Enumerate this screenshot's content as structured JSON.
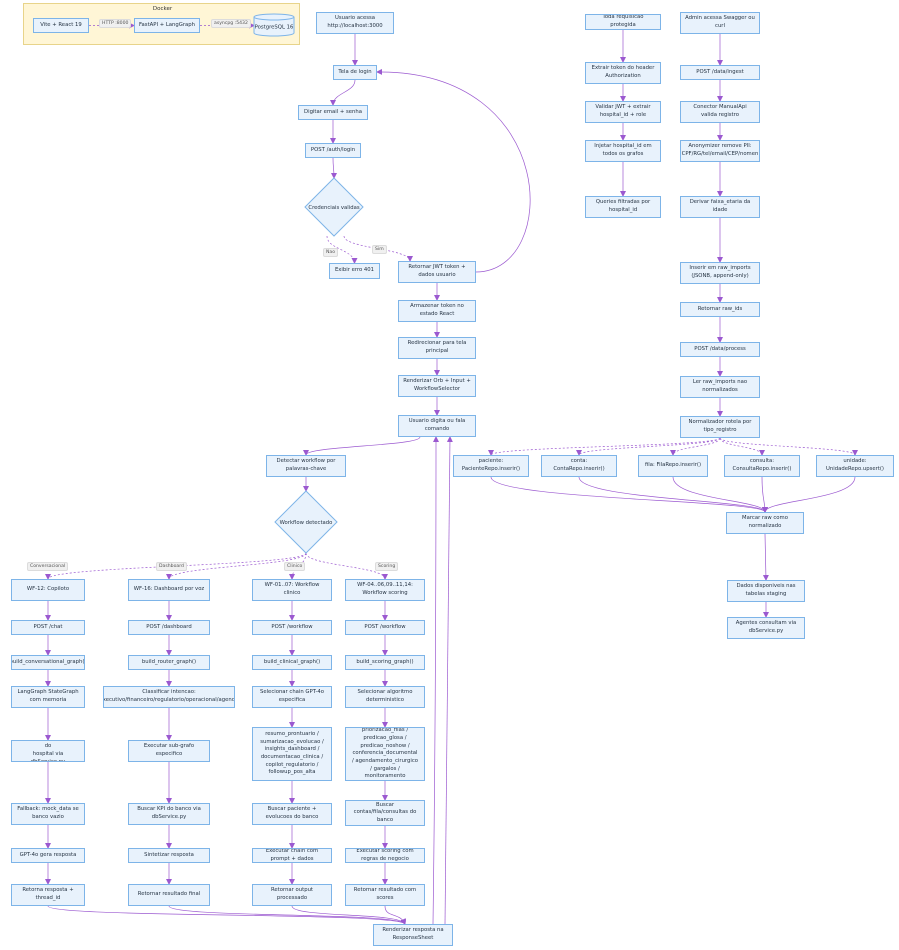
{
  "docker": {
    "title": "Docker",
    "nodes": {
      "frontend": "Vite + React 19",
      "backend": "FastAPI + LangGraph",
      "db": "PostgreSQL 16"
    },
    "edges": {
      "http": "HTTP :8000",
      "asyncpg": "asyncpg :5432"
    }
  },
  "auth_flow": {
    "user_access": "Usuario acessa\nhttp://localhost:3000",
    "login_screen": "Tela de login",
    "enter_credentials": "Digitar email + senha",
    "post_login": "POST /auth/login",
    "credentials_decision": "Credenciais validas",
    "label_no": "Nao",
    "label_yes": "Sim",
    "error_401": "Exibir erro 401",
    "return_jwt": "Retornar JWT token +\ndados usuario",
    "store_token": "Armazenar token no\nestado React",
    "redirect_main": "Redirecionar para tela\nprincipal",
    "render_orb": "Renderizar Orb + Input +\nWorkflowSelector",
    "user_types": "Usuario digita ou fala\ncomando",
    "detect_workflow": "Detectar workflow por\npalavras-chave",
    "workflow_decision": "Workflow detectado"
  },
  "workflows": {
    "labels": {
      "conversational": "Conversacional",
      "dashboard": "Dashboard",
      "clinical": "Clinico",
      "scoring": "Scoring"
    },
    "conversational": [
      "WF-12: Copiloto",
      "POST /chat",
      "build_conversational_graph()",
      "LangGraph StateGraph\ncom memoria",
      "Agente busca contexto do\nhospital via dbService.py",
      "Fallback: mock_data se\nbanco vazio",
      "GPT-4o gera resposta",
      "Retorna resposta +\nthread_id"
    ],
    "dashboard": [
      "WF-16: Dashboard por voz",
      "POST /dashboard",
      "build_router_graph()",
      "Classificar intencao:\nexecutivo/financeiro/regulatorio/operacional/agenda",
      "Executar sub-grafo\nespecifico",
      "Buscar KPI do banco via\ndbService.py",
      "Sintetizar resposta",
      "Retornar resultado final"
    ],
    "clinical": [
      "WF-01..07: Workflow\nclinico",
      "POST /workflow",
      "build_clinical_graph()",
      "Selecionar chain GPT-4o\nespecifica",
      "resumo_prontuario /\nsumarizacao_evolucao /\ninsights_dashboard /\ndocumentacao_clinica /\ncopilot_regulatorio /\nfollowup_pos_alta",
      "Buscar paciente +\nevolucoes do banco",
      "Executar chain com\nprompt + dados",
      "Retornar output\nprocessado"
    ],
    "scoring": [
      "WF-04..06,09..11,14:\nWorkflow scoring",
      "POST /workflow",
      "build_scoring_graph()",
      "Selecionar algoritmo\ndeterministico",
      "priorizacao_filas /\npredicao_glosa /\npredicao_noshow /\nconferencia_documental\n/ agendamento_cirurgico\n/ gargalos /\nmonitoramento",
      "Buscar\ncontas/fila/consultas do\nbanco",
      "Executar scoring com\nregras de negocio",
      "Retornar resultado com\nscores"
    ],
    "render_sheet": "Renderizar resposta na\nResponseSheet"
  },
  "security": [
    "Toda requisicao protegida",
    "Extrair token do header\nAuthorization",
    "Validar JWT + extrair\nhospital_id + role",
    "Injetar hospital_id em\ntodos os grafos",
    "Queries filtradas por\nhospital_id"
  ],
  "ingest": {
    "steps": [
      "Admin acessa Swagger ou\ncurl",
      "POST /data/ingest",
      "Conector ManualApi\nvalida registro",
      "Anonymizer remove PII:\nCPF/RG/tel/email/CEP/nomen",
      "Derivar faixa_etaria da\nidade",
      "Inserir em raw_imports\n(JSONB, append-only)",
      "Retornar raw_ids",
      "POST /data/process",
      "Ler raw_imports nao\nnormalizados",
      "Normalizador rotela por\ntipo_registro"
    ],
    "repos": [
      "paciente:\nPacienteRepo.inserir()",
      "conta: ContaRepo.inserir()",
      "fila: FilaRepo.inserir()",
      "consulta:\nConsultaRepo.inserir()",
      "unidade:\nUnidadeRepo.upsert()"
    ],
    "tail": [
      "Marcar raw como\nnormalizado",
      "Dados disponiveis nas\ntabelas staging",
      "Agentes consultam via\ndbService.py"
    ]
  },
  "colors": {
    "node_fill": "#e8f2fc",
    "node_border": "#7db4e8",
    "edge": "#9b59d0",
    "docker_fill": "#fff6d6"
  }
}
